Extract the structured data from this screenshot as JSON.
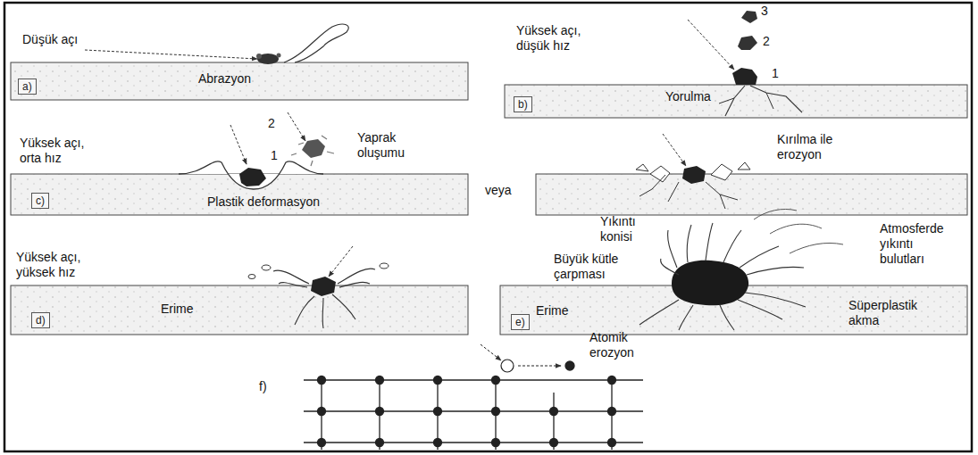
{
  "diagram": {
    "nodes": [
      {
        "text": [
          "a)"
        ]
      },
      {
        "text": [
          "b)"
        ]
      },
      {
        "text": [
          "c)"
        ]
      },
      {
        "text": [
          "d)"
        ]
      },
      {
        "text": [
          "e)"
        ]
      }
    ],
    "labels": [
      "Düşük açı",
      "Abrazyon",
      "Yüksek açı, düşük hız",
      "Yorulma",
      "3",
      "2",
      "1",
      "Yüksek açı, orta hız",
      "2",
      "Yaprak oluşumu",
      "1",
      "Plastik deformasyon",
      "veya",
      "Kırılma ile erozyon",
      "Yüksek açı, yüksek hız",
      "Erime",
      "Yıkıntı konisi",
      "Büyük kütle çarpması",
      "Atmosferde yıkıntı bulutları",
      "Erime",
      "Süperplastik akma",
      "f)",
      "Atomik erozyon"
    ]
  }
}
